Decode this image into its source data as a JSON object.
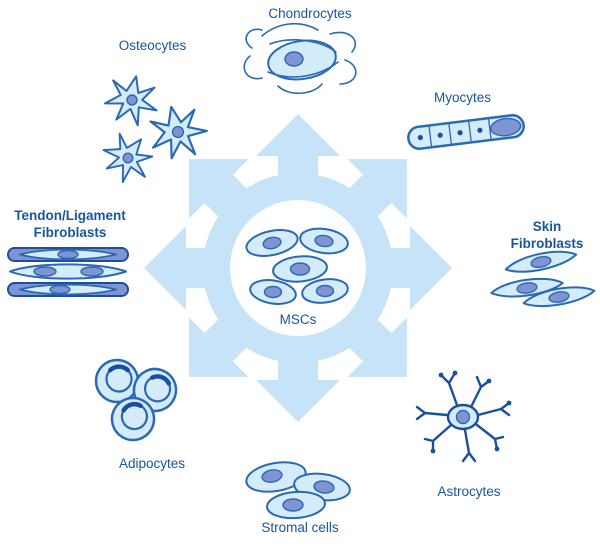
{
  "center": {
    "label": "MSCs"
  },
  "nodes": {
    "chondrocytes": {
      "label": "Chondrocytes"
    },
    "osteocytes": {
      "label": "Osteocytes"
    },
    "myocytes": {
      "label": "Myocytes"
    },
    "tendon_fibroblasts": {
      "label": "Tendon/Ligament\nFibroblasts"
    },
    "skin_fibroblasts": {
      "label": "Skin\nFibroblasts"
    },
    "adipocytes": {
      "label": "Adipocytes"
    },
    "astrocytes": {
      "label": "Astrocytes"
    },
    "stromal_cells": {
      "label": "Stromal cells"
    }
  },
  "colors": {
    "background": "#ffffff",
    "arrow_fill": "#c7e3f7",
    "cell_fill": "#d4ecfa",
    "cell_outline": "#2a69b3",
    "nucleus_fill": "#8093d2",
    "label_text": "#17569e",
    "dark_accent": "#1b4f9e"
  }
}
